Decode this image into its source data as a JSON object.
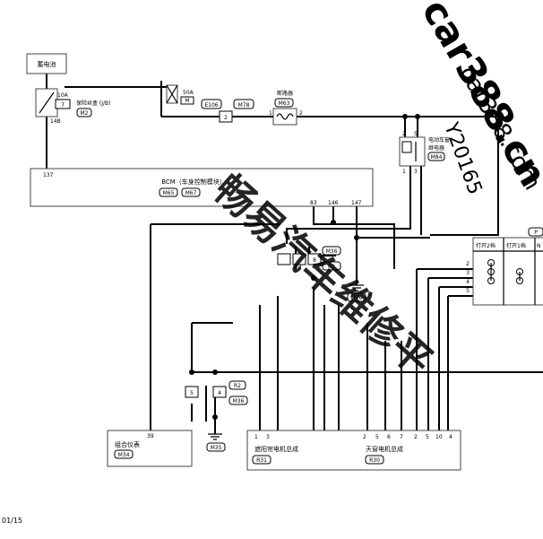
{
  "labels": {
    "battery": "蓄电池",
    "fuse_amp": "10A",
    "fuse_no": "7",
    "fuse_name": "保险丝盒 (J/B)",
    "fuse_conn": "M2",
    "pin_14b": "14B",
    "fusible_amp": "50A",
    "fusible_id": "M",
    "conn_e106": "E106",
    "conn_m78": "M78",
    "pin_e106": "2",
    "breaker_name": "断路器",
    "breaker_conn": "M63",
    "breaker_pin1": "1",
    "breaker_pin2": "2",
    "relay_name_1": "电动车窗",
    "relay_name_2": "继电器",
    "relay_conn": "M84",
    "relay_pin2": "2",
    "relay_pin5": "5",
    "relay_pin1": "1",
    "relay_pin3": "3",
    "pin_137": "137",
    "bcm_name": "BCM（车身控制模块）",
    "bcm_conn1": "M65",
    "bcm_conn2": "M67",
    "pin_83": "83",
    "pin_146": "146",
    "pin_147": "147",
    "conn_m36_top": "M36",
    "conn_r2_top": "R2",
    "pin_8": "8",
    "ground_m76": "M76",
    "switch_col1": "打开2档",
    "switch_col2": "打开1档",
    "switch_col3": "N",
    "switch_row2": "2",
    "switch_row3": "3",
    "switch_row4": "4",
    "switch_row5": "5",
    "switch_top_tag": "P",
    "pin_5": "5",
    "pin_4": "4",
    "conn_r2_mid": "R2",
    "conn_m36_mid": "M36",
    "ground_m35": "M35",
    "pin_39": "39",
    "cluster_name": "组合仪表",
    "cluster_conn": "M34",
    "sunroof_pins": [
      "1",
      "3",
      "2",
      "5",
      "6",
      "7",
      "2",
      "5",
      "10",
      "4"
    ],
    "sunroof_name_1": "遮阳帘电机总成",
    "sunroof_name_2": "天窗电机总成",
    "sunroof_conn1": "R31",
    "sunroof_conn2": "R30",
    "page_ref": "01/15"
  },
  "watermarks": {
    "diagonal_1": "car388.cn",
    "diagonal_2": "car388.com",
    "diagonal_3": "Y20165",
    "vertical": "畅易汽车维修平"
  }
}
